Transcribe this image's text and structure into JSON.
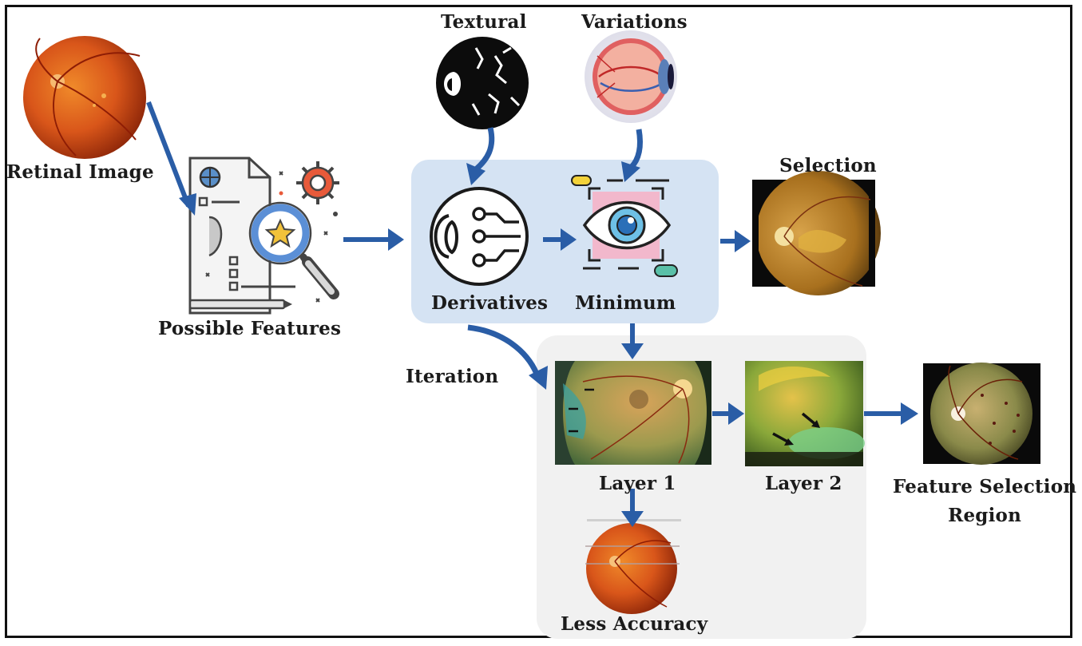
{
  "labels": {
    "retinal_image": "Retinal Image",
    "possible_features": "Possible Features",
    "textural": "Textural",
    "variations": "Variations",
    "derivatives": "Derivatives",
    "minimum": "Minimum",
    "selection": "Selection",
    "iteration": "Iteration",
    "layer_1": "Layer 1",
    "layer_2": "Layer 2",
    "feature_selection_line1": "Feature Selection",
    "feature_selection_line2": "Region",
    "less_accuracy": "Less Accuracy"
  },
  "colors": {
    "arrow": "#2a5da6",
    "panel_blue": "#d5e3f3",
    "panel_grey": "#f1f1f1",
    "fundus_orange": "#d9561a",
    "fundus_green": "#8fa04a"
  },
  "icons": [
    "retina-photo",
    "document-search-icon",
    "textural-eye-icon",
    "eye-anatomy-icon",
    "eye-circuit-icon",
    "eye-scan-icon"
  ]
}
